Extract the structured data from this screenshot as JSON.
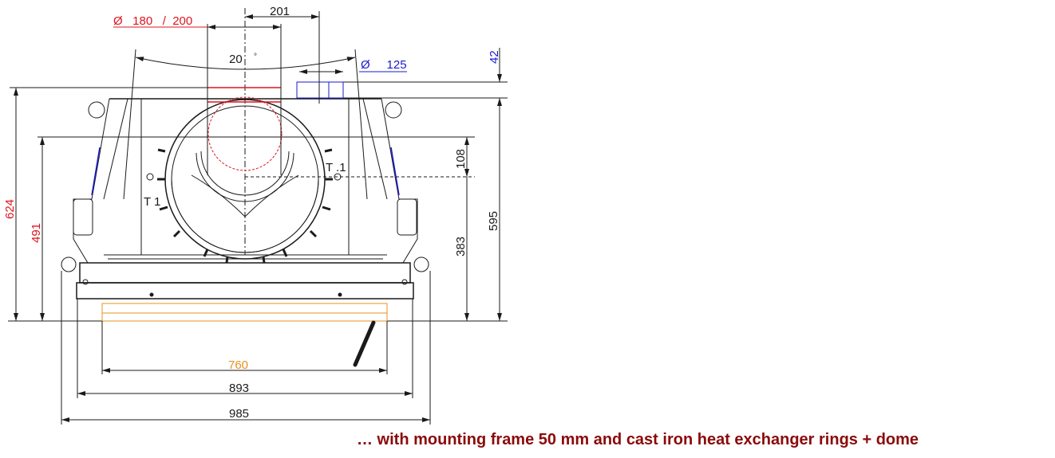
{
  "colors": {
    "line": "#1a1a1a",
    "red": "#e0141e",
    "blue": "#1a1ad0",
    "orange": "#e8901e",
    "caption": "#8b0a0a"
  },
  "dimensions": {
    "top_offset": "201",
    "flue_diameter": "Ø   180   /  200",
    "angle": "20",
    "angle_unit": "°",
    "air_diameter": "Ø     125",
    "air_offset": "42",
    "height_total": "624",
    "height_frame": "491",
    "height_108": "108",
    "height_383": "383",
    "height_595": "595",
    "width_760": "760",
    "width_893": "893",
    "width_985": "985",
    "label_t1_left": "T 1",
    "label_t1_right": "T .1"
  },
  "caption": "… with mounting frame 50 mm and cast iron heat exchanger rings + dome"
}
